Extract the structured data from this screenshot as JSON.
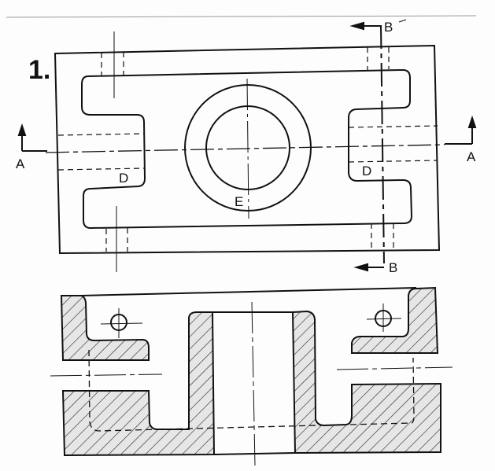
{
  "drawing": {
    "number": "1.",
    "section_labels": {
      "a_left": "A",
      "a_right": "A",
      "b_top": "B",
      "b_bottom": "B"
    },
    "feature_labels": {
      "d_left": "D",
      "d_right": "D",
      "e": "E"
    },
    "colors": {
      "line": "#111111",
      "hatch_fill": "#e6e6e6",
      "paper": "#fdfdfd"
    }
  }
}
